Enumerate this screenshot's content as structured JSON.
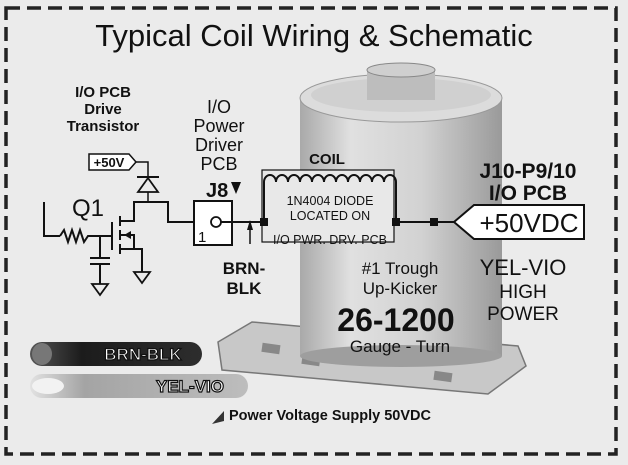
{
  "title": "Typical Coil Wiring & Schematic",
  "labels": {
    "transistor_board": [
      "I/O PCB",
      "Drive",
      "Transistor"
    ],
    "power_driver_board": [
      "I/O",
      "Power",
      "Driver",
      "PCB"
    ],
    "q1": "Q1",
    "plus50v": "+50V",
    "j8": "J8",
    "pin1": "1",
    "coil": "COIL",
    "diode_note": [
      "1N4004 DIODE",
      "LOCATED ON",
      "I/O PWR. DRV. PCB"
    ],
    "brn_blk": [
      "BRN-",
      "BLK"
    ],
    "connector": [
      "J10-P9/10",
      "I/O PCB"
    ],
    "plus50vdc": "+50VDC",
    "yel_vio_high": [
      "YEL-VIO",
      "HIGH",
      "POWER"
    ],
    "coil_purpose": [
      "#1 Trough",
      "Up-Kicker"
    ],
    "coil_part": "26-1200",
    "gauge_turn": "Gauge - Turn",
    "wire_brn_blk": "BRN-BLK",
    "wire_yel_vio": "YEL-VIO",
    "power_supply_note": "Power Voltage Supply 50VDC"
  },
  "colors": {
    "background": "#ebebeb",
    "ink": "#111111",
    "coil_body": "#d4d4d4",
    "wire_brn_blk": "#2a2a2a",
    "wire_yel_vio": "#b5b5b5"
  }
}
